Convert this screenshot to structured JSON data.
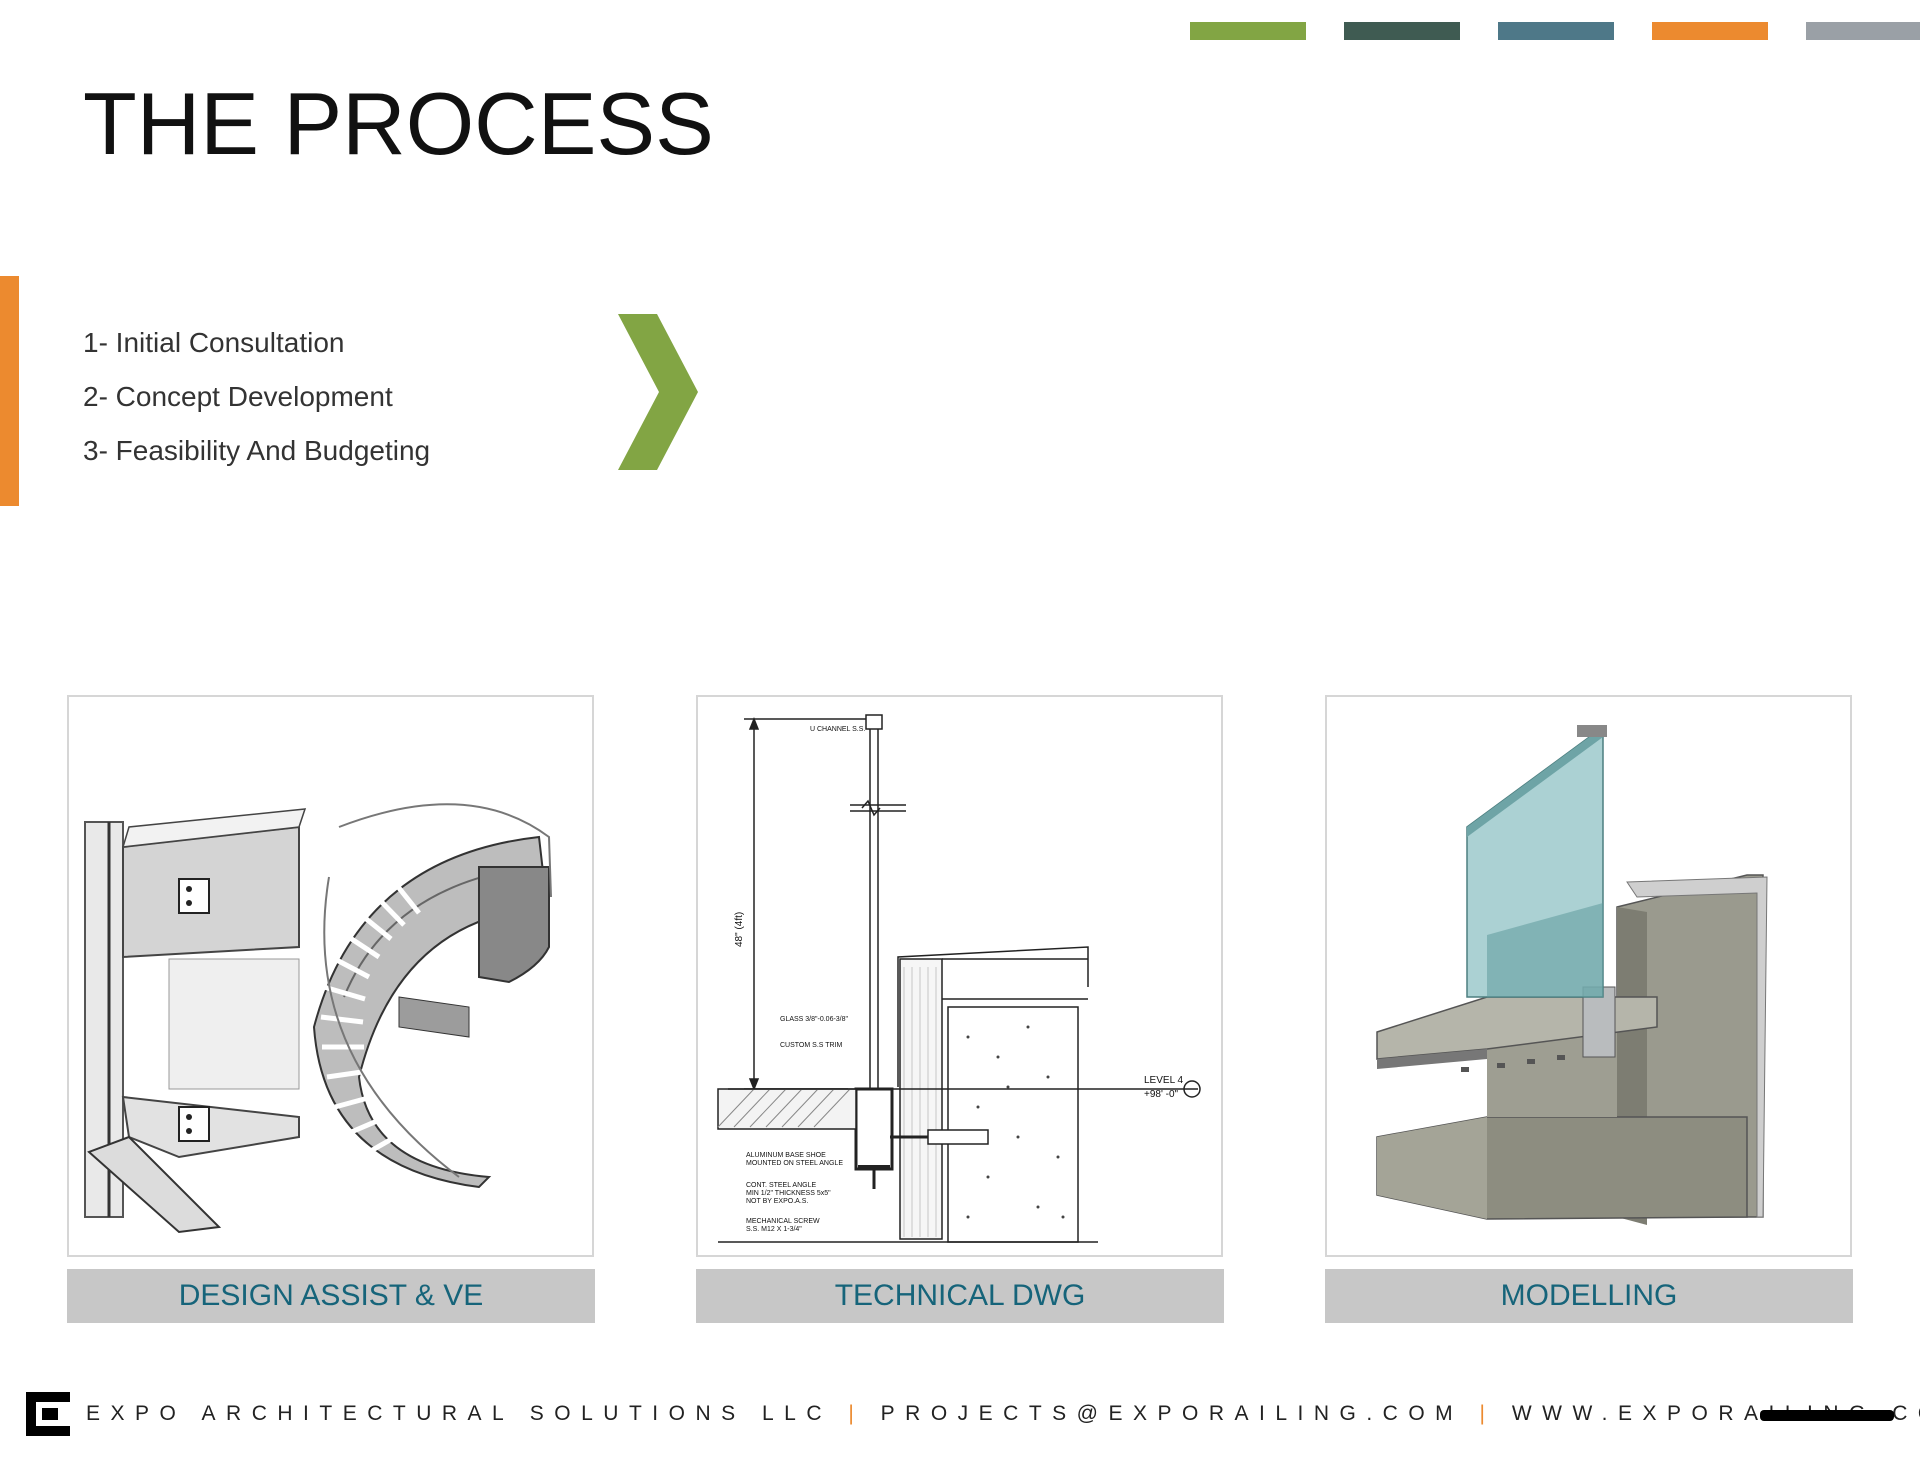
{
  "colors": {
    "green": "#82a544",
    "dark_green": "#3f5b52",
    "steel_blue": "#4e7888",
    "orange": "#ec8a2f",
    "gray": "#9aa0a6",
    "caption_bg": "#c7c7c7",
    "caption_text": "#16647a"
  },
  "header": {
    "title": "THE PROCESS"
  },
  "steps": [
    "1- Initial Consultation",
    "2- Concept Development",
    "3- Feasibility And Budgeting"
  ],
  "panels": [
    {
      "caption": "DESIGN ASSIST & VE",
      "icon": "stair-railing-sketch"
    },
    {
      "caption": "TECHNICAL DWG",
      "icon": "railing-section-drawing",
      "drawing_labels": {
        "u_channel": "U CHANNEL S.S.",
        "height": "48\" (4ft)",
        "glass": "GLASS 3/8\"-0.06-3/8\"",
        "trim": "CUSTOM S.S TRIM",
        "level": "LEVEL 4",
        "elevation": "+98' -0\"",
        "base_shoe_1": "ALUMINUM BASE SHOE",
        "base_shoe_2": "MOUNTED ON STEEL ANGLE",
        "angle_1": "CONT. STEEL ANGLE",
        "angle_2": "MIN 1/2\" THICKNESS 5x5\"",
        "angle_3": "NOT BY EXPO.A.S.",
        "screw_1": "MECHANICAL SCREW",
        "screw_2": "S.S. M12 X 1-3/4\""
      }
    },
    {
      "caption": "MODELLING",
      "icon": "3d-railing-model"
    }
  ],
  "footer": {
    "company": "EXPO ARCHITECTURAL SOLUTIONS LLC",
    "separator": "|",
    "email": "PROJECTS@EXPORAILING.COM",
    "website": "WWW.EXPORAILING.COM"
  }
}
